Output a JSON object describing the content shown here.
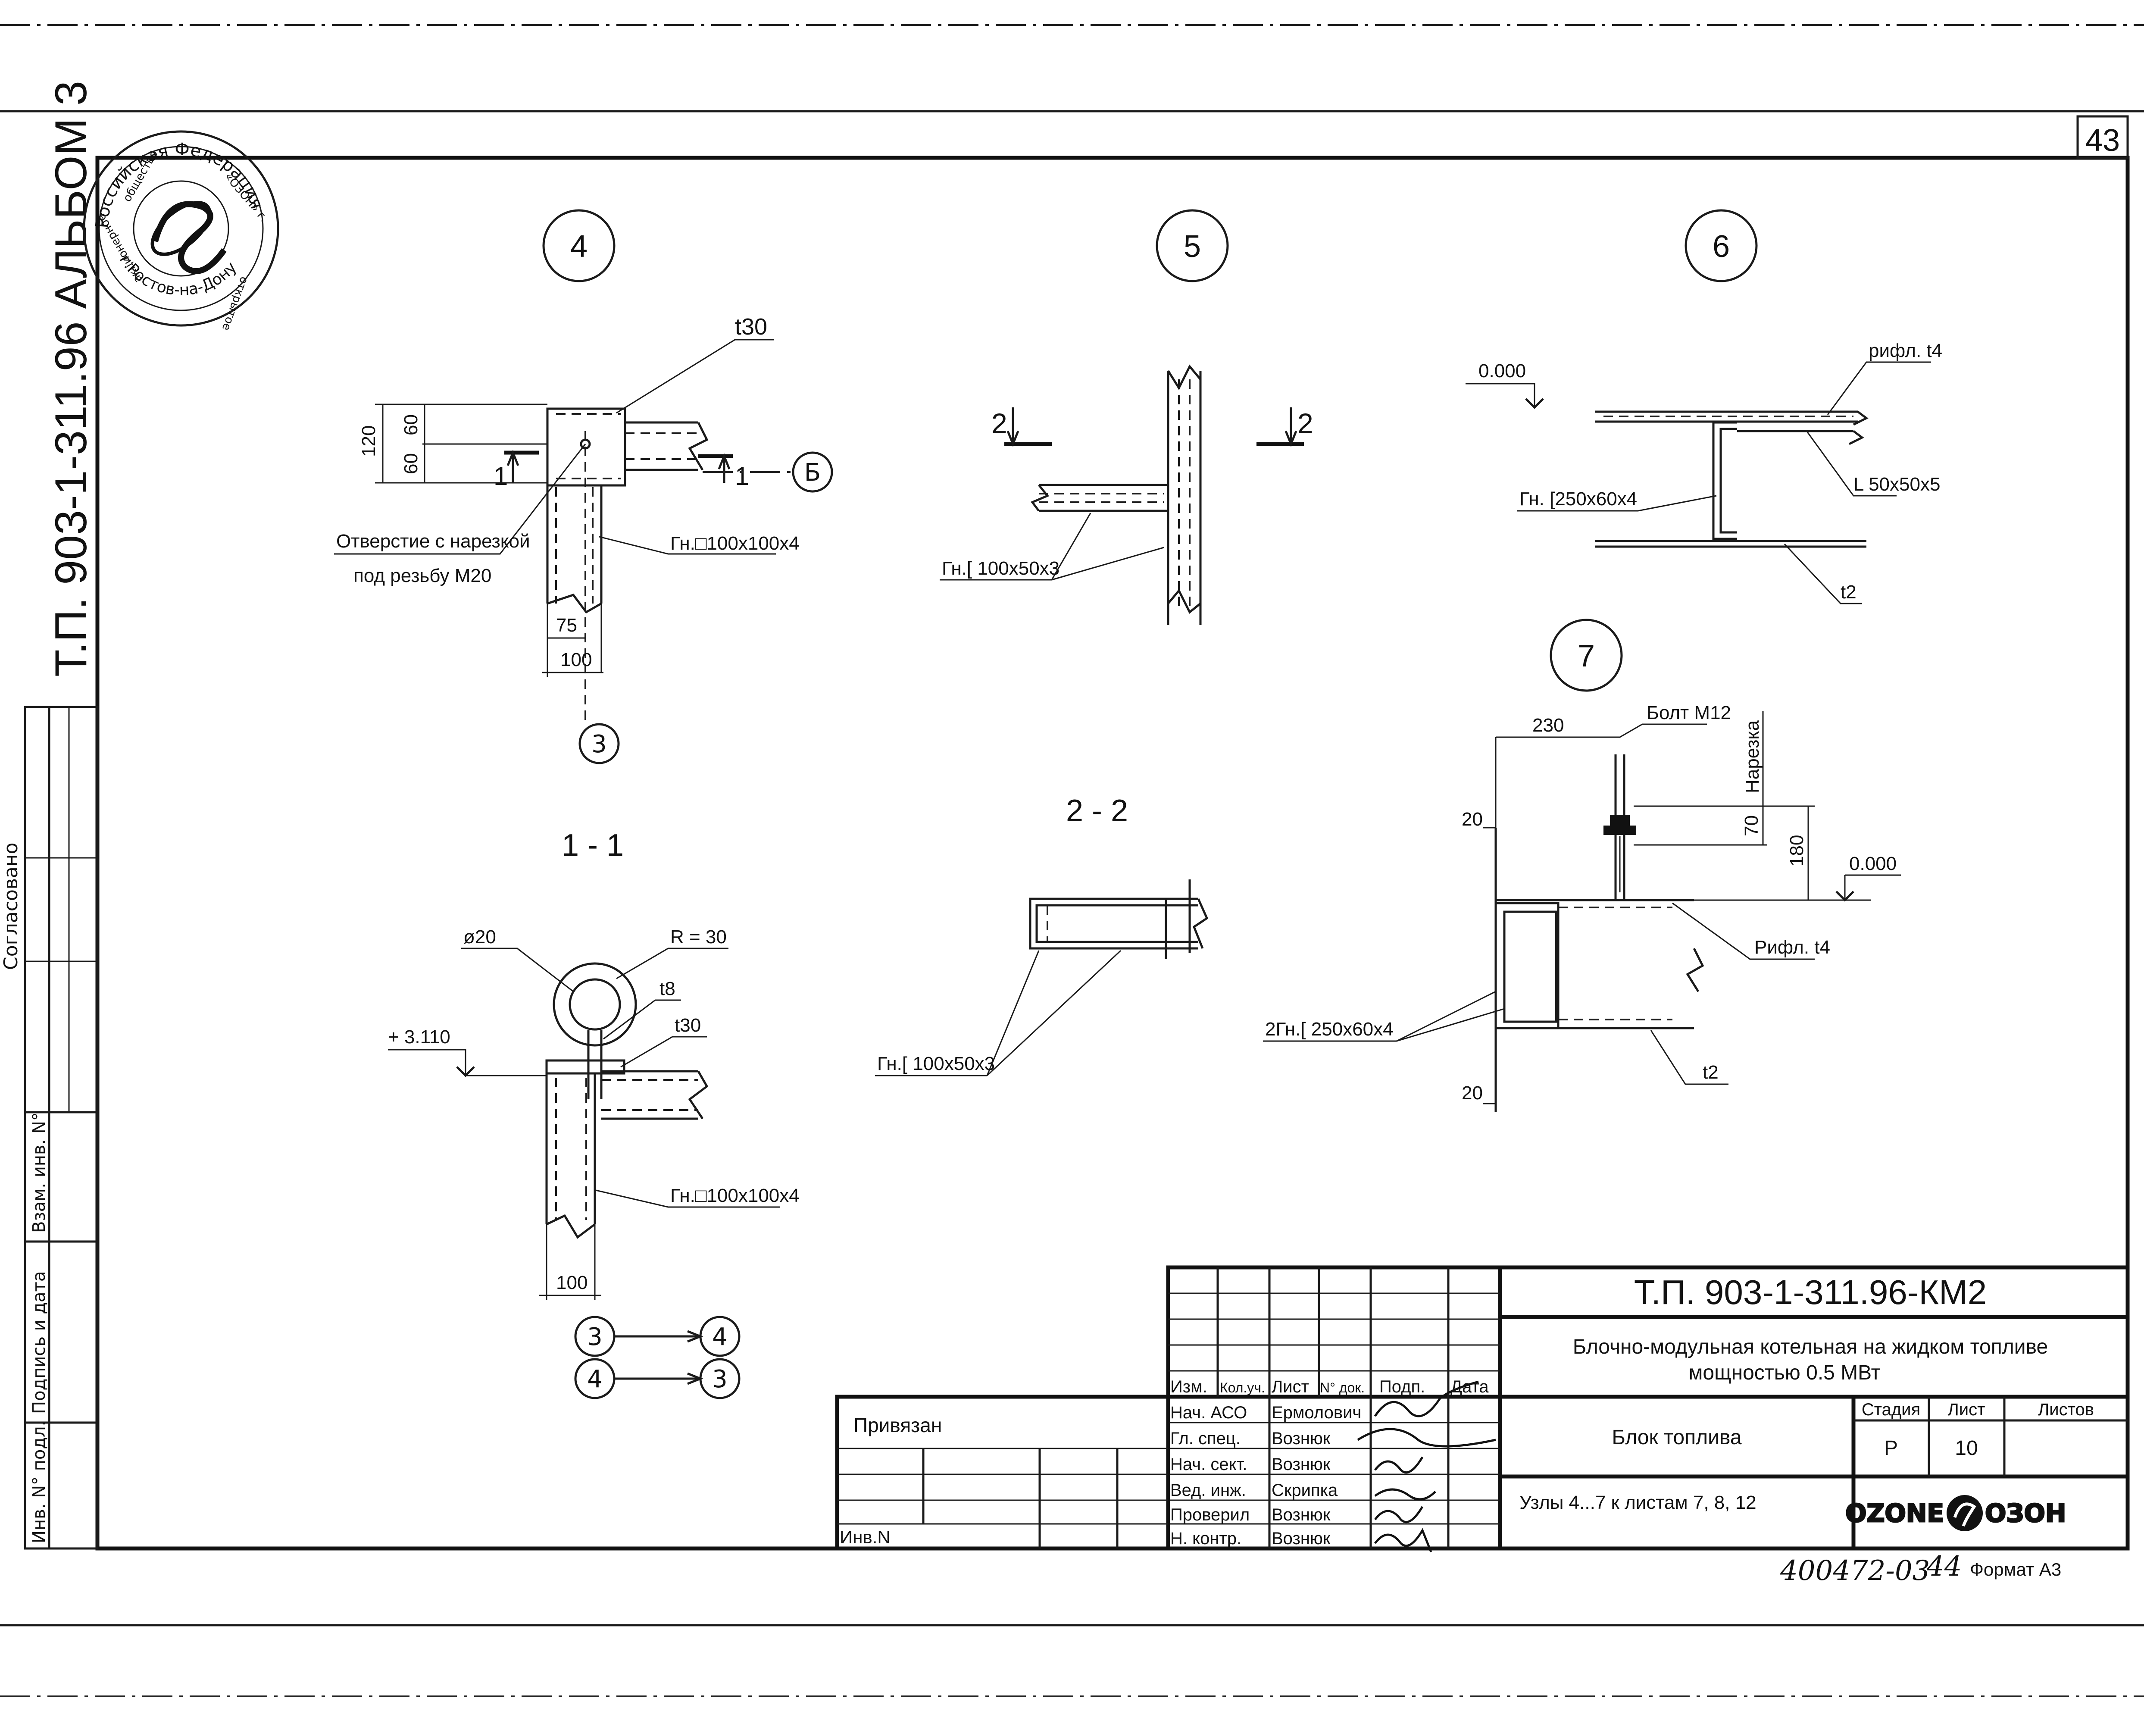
{
  "sheet": {
    "sheet_number": "43",
    "side_title": "Т.П. 903-1-311.96  АЛЬБОМ 3",
    "stamp_text_top": "Российская Федерация",
    "stamp_text_left": "общество",
    "stamp_text_right": "«ОЗОН» г.",
    "stamp_text_bottom": "г.Ростов-на-Дону",
    "stamp_text_inner": "акционерное",
    "stamp_text_inner2": "открытое",
    "side_labels": {
      "agreed": "Согласовано",
      "replace_inv": "Взам. инв. N°",
      "sign_date": "Подпись и дата",
      "inv_orig": "Инв. N° подл."
    }
  },
  "nodes": {
    "n4": "4",
    "n5": "5",
    "n6": "6",
    "n7": "7",
    "ref_b": "Б",
    "ref_3": "3",
    "links": [
      {
        "from": "3",
        "to": "4"
      },
      {
        "from": "4",
        "to": "3"
      }
    ]
  },
  "node4": {
    "t30": "t30",
    "dim120": "120",
    "dim60a": "60",
    "dim60b": "60",
    "sec1a": "1",
    "sec1b": "1",
    "hole1": "Отверстие с нарезкой",
    "hole2": "под резьбу М20",
    "tube": "Гн.□100x100x4",
    "dim75": "75",
    "dim100": "100"
  },
  "node5": {
    "sec2a": "2",
    "sec2b": "2",
    "channel": "Гн.[ 100x50x3"
  },
  "node6": {
    "level": "0.000",
    "plate": "рифл. t4",
    "channel": "Гн. [250x60x4",
    "angle": "L 50x50x5",
    "t2": "t2"
  },
  "node7": {
    "dim230": "230",
    "bolt": "Болт М12",
    "thread": "Нарезка",
    "dim70": "70",
    "dim180": "180",
    "dim20a": "20",
    "dim20b": "20",
    "level": "0.000",
    "plate": "Рифл. t4",
    "channels": "2Гн.[ 250x60x4",
    "t2": "t2"
  },
  "section11": {
    "title": "1 - 1",
    "dia": "ø20",
    "radius": "R = 30",
    "t8": "t8",
    "t30": "t30",
    "level": "+ 3.110",
    "tube": "Гн.□100x100x4",
    "dim100": "100"
  },
  "section22": {
    "title": "2 - 2",
    "channel": "Гн.[ 100x50x3"
  },
  "title_block": {
    "code": "Т.П.  903-1-311.96-КМ2",
    "project_line1": "Блочно-модульная котельная на жидком топливе",
    "project_line2": "мощностью 0.5 МВт",
    "object": "Блок топлива",
    "sheet_title": "Узлы 4...7 к листам 7, 8, 12",
    "col_headers": [
      "Изм.",
      "Кол.уч.",
      "Лист",
      "N° док.",
      "Подп.",
      "Дата"
    ],
    "roles": [
      {
        "role": "Нач. АСО",
        "name": "Ермолович"
      },
      {
        "role": "Гл. спец.",
        "name": "Вознюк"
      },
      {
        "role": "Нач. сект.",
        "name": "Вознюк"
      },
      {
        "role": "Вед. инж.",
        "name": "Скрипка"
      },
      {
        "role": "Проверил",
        "name": "Вознюк"
      },
      {
        "role": "Н. контр.",
        "name": "Вознюк"
      }
    ],
    "bound": "Привязан",
    "inv": "Инв.N",
    "stage_h": "Стадия",
    "sheet_h": "Лист",
    "sheets_h": "Листов",
    "stage": "Р",
    "sheet": "10",
    "sheets": "",
    "logo_left": "OZONE",
    "logo_right": "ОЗОН",
    "archive_no": "400472-03",
    "archive_page": "44",
    "format": "Формат А3"
  }
}
